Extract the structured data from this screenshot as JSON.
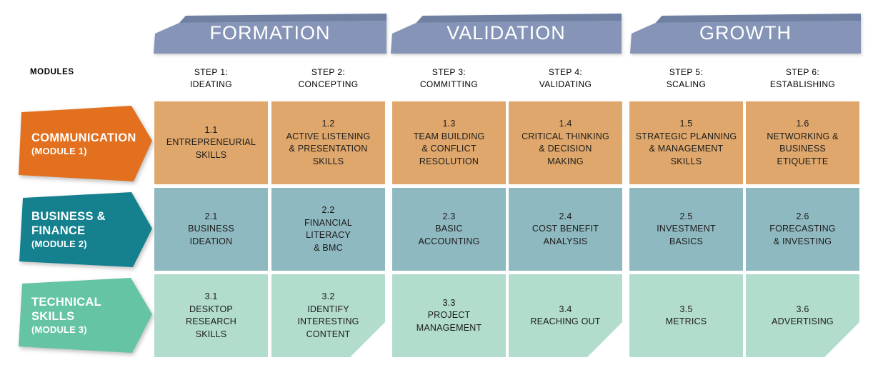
{
  "colors": {
    "banner": "#8594B7",
    "banner_top": "#6F80A3",
    "module1_arrow": "#E2701E",
    "module1_cell": "#DFA76C",
    "module2_arrow": "#15818F",
    "module2_cell": "#8FB9C0",
    "module3_arrow": "#65C4A4",
    "module3_cell": "#B2DCCC"
  },
  "modules_label": "MODULES",
  "phases": [
    {
      "label": "FORMATION"
    },
    {
      "label": "VALIDATION"
    },
    {
      "label": "GROWTH"
    }
  ],
  "steps": [
    {
      "label": "STEP 1:\nIDEATING"
    },
    {
      "label": "STEP 2:\nCONCEPTING"
    },
    {
      "label": "STEP 3:\nCOMMITTING"
    },
    {
      "label": "STEP 4:\nVALIDATING"
    },
    {
      "label": "STEP 5:\nSCALING"
    },
    {
      "label": "STEP 6:\nESTABLISHING"
    }
  ],
  "modules": [
    {
      "name": "COMMUNICATION",
      "module_label": "(MODULE 1)",
      "cells": [
        {
          "number": "1.1",
          "title": "ENTREPRENEURIAL\nSKILLS"
        },
        {
          "number": "1.2",
          "title": "ACTIVE LISTENING\n& PRESENTATION\nSKILLS"
        },
        {
          "number": "1.3",
          "title": "TEAM BUILDING\n& CONFLICT\nRESOLUTION"
        },
        {
          "number": "1.4",
          "title": "CRITICAL THINKING\n& DECISION\nMAKING"
        },
        {
          "number": "1.5",
          "title": "STRATEGIC PLANNING\n& MANAGEMENT\nSKILLS"
        },
        {
          "number": "1.6",
          "title": "NETWORKING &\nBUSINESS\nETIQUETTE"
        }
      ]
    },
    {
      "name": "BUSINESS &\nFINANCE",
      "module_label": "(MODULE 2)",
      "cells": [
        {
          "number": "2.1",
          "title": "BUSINESS\nIDEATION"
        },
        {
          "number": "2.2",
          "title": "FINANCIAL\nLITERACY\n& BMC"
        },
        {
          "number": "2.3",
          "title": "BASIC\nACCOUNTING"
        },
        {
          "number": "2.4",
          "title": "COST BENEFIT\nANALYSIS"
        },
        {
          "number": "2.5",
          "title": "INVESTMENT\nBASICS"
        },
        {
          "number": "2.6",
          "title": "FORECASTING\n& INVESTING"
        }
      ]
    },
    {
      "name": "TECHNICAL\nSKILLS",
      "module_label": "(MODULE 3)",
      "cells": [
        {
          "number": "3.1",
          "title": "DESKTOP\nRESEARCH\nSKILLS"
        },
        {
          "number": "3.2",
          "title": "IDENTIFY\nINTERESTING\nCONTENT"
        },
        {
          "number": "3.3",
          "title": "PROJECT\nMANAGEMENT"
        },
        {
          "number": "3.4",
          "title": "REACHING OUT"
        },
        {
          "number": "3.5",
          "title": "METRICS"
        },
        {
          "number": "3.6",
          "title": "ADVERTISING"
        }
      ]
    }
  ]
}
